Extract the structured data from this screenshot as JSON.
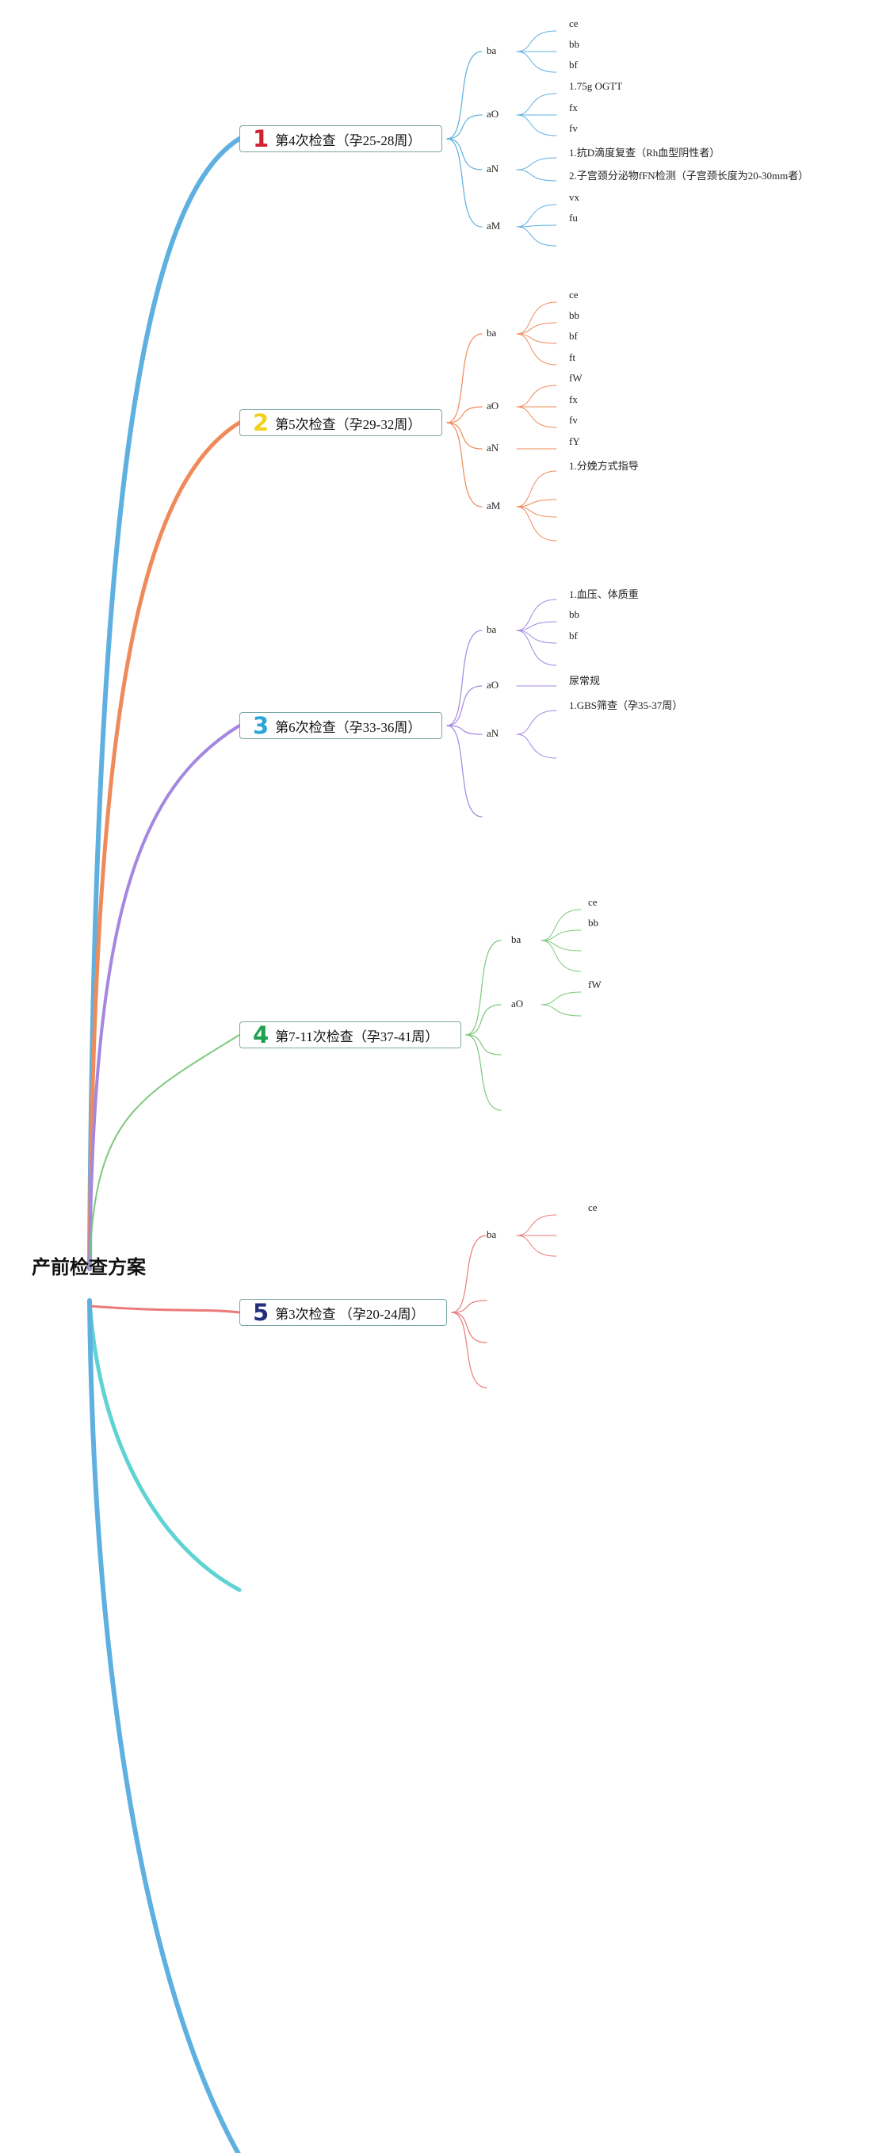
{
  "root": {
    "label": "产前检查方案"
  },
  "branches": [
    {
      "num": "1",
      "label": "第4次检查（孕25-28周）",
      "num_color": "#d0212f",
      "line_color": "#5eb0e0",
      "subs": [
        {
          "label": "ba",
          "leaves": [
            "ce",
            "bb",
            "bf"
          ]
        },
        {
          "label": "aO",
          "leaves": [
            "1.75g OGTT",
            "fx",
            "fv"
          ]
        },
        {
          "label": "aN",
          "leaves": [
            "1.抗D滴度复查（Rh血型阴性者）",
            "2.子宫颈分泌物fFN检测（子宫颈长度为20-30mm者）"
          ]
        },
        {
          "label": "aM",
          "leaves": [
            "vx",
            "fu",
            ""
          ]
        }
      ]
    },
    {
      "num": "2",
      "label": "第5次检查（孕29-32周）",
      "num_color": "#f2d11c",
      "line_color": "#ef8a5a",
      "subs": [
        {
          "label": "ba",
          "leaves": [
            "ce",
            "bb",
            "bf",
            "ft"
          ]
        },
        {
          "label": "aO",
          "leaves": [
            "fW",
            "fx",
            "fv"
          ]
        },
        {
          "label": "aN",
          "leaves": [
            "fY"
          ]
        },
        {
          "label": "aM",
          "leaves": [
            "1.分娩方式指导",
            "",
            "",
            ""
          ]
        }
      ]
    },
    {
      "num": "3",
      "label": "第6次检查（孕33-36周）",
      "num_color": "#2ba4d8",
      "line_color": "#a487e0",
      "subs": [
        {
          "label": "ba",
          "leaves": [
            "1.血压、体质重",
            "bb",
            "bf",
            ""
          ]
        },
        {
          "label": "aO",
          "leaves": [
            "尿常规"
          ]
        },
        {
          "label": "aN",
          "leaves": [
            "1.GBS筛查（孕35-37周）",
            ""
          ]
        },
        {
          "label": "",
          "leaves": []
        }
      ]
    },
    {
      "num": "4",
      "label": "第7-11次检查（孕37-41周）",
      "num_color": "#1ea14e",
      "line_color": "#7cc97a",
      "subs": [
        {
          "label": "ba",
          "leaves": [
            "ce",
            "bb",
            "",
            ""
          ]
        },
        {
          "label": "aO",
          "leaves": [
            "fW",
            ""
          ]
        },
        {
          "label": "",
          "leaves": []
        },
        {
          "label": "",
          "leaves": []
        }
      ]
    },
    {
      "num": "5",
      "label": "第3次检查 （孕20-24周）",
      "num_color": "#232e7a",
      "line_color": "#ea7a7a",
      "subs": [
        {
          "label": "ba",
          "leaves": [
            "ce",
            "",
            ""
          ]
        },
        {
          "label": "",
          "leaves": []
        },
        {
          "label": "",
          "leaves": []
        },
        {
          "label": "",
          "leaves": []
        }
      ]
    }
  ],
  "extra_branches": [
    {
      "line_color": "#5fd3d3"
    },
    {
      "line_color": "#5eb0e0"
    }
  ]
}
